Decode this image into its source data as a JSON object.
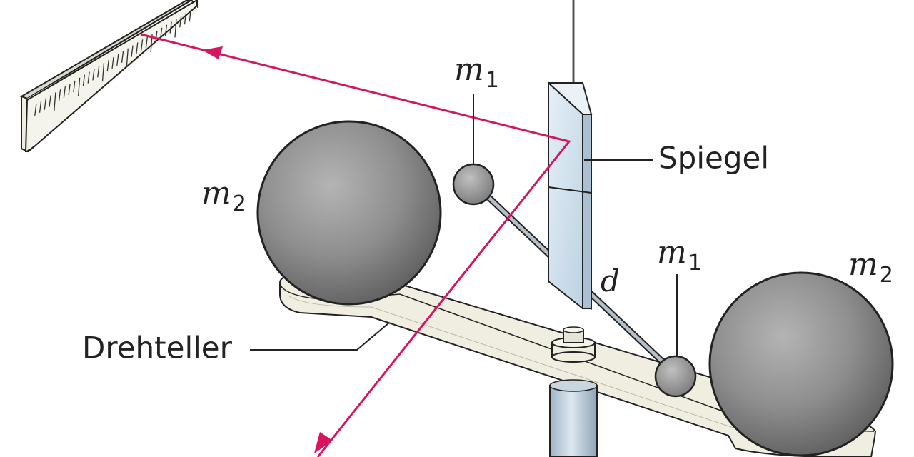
{
  "labels": {
    "mirror": "Spiegel",
    "turntable": "Drehteller",
    "distance": "d",
    "small_mass_symbol": "m",
    "small_mass_index": "1",
    "large_mass_symbol": "m",
    "large_mass_index": "2"
  },
  "colors": {
    "laser": "#d6145f",
    "sphere": "#8a8a8a",
    "turntable": "#efeee0",
    "mirror": "#d3e4f0",
    "rod": "#a8b0b8",
    "outline": "#222222"
  },
  "icons": {
    "scale": "ruler-scale-icon",
    "light_direction": "arrowhead-icon"
  }
}
